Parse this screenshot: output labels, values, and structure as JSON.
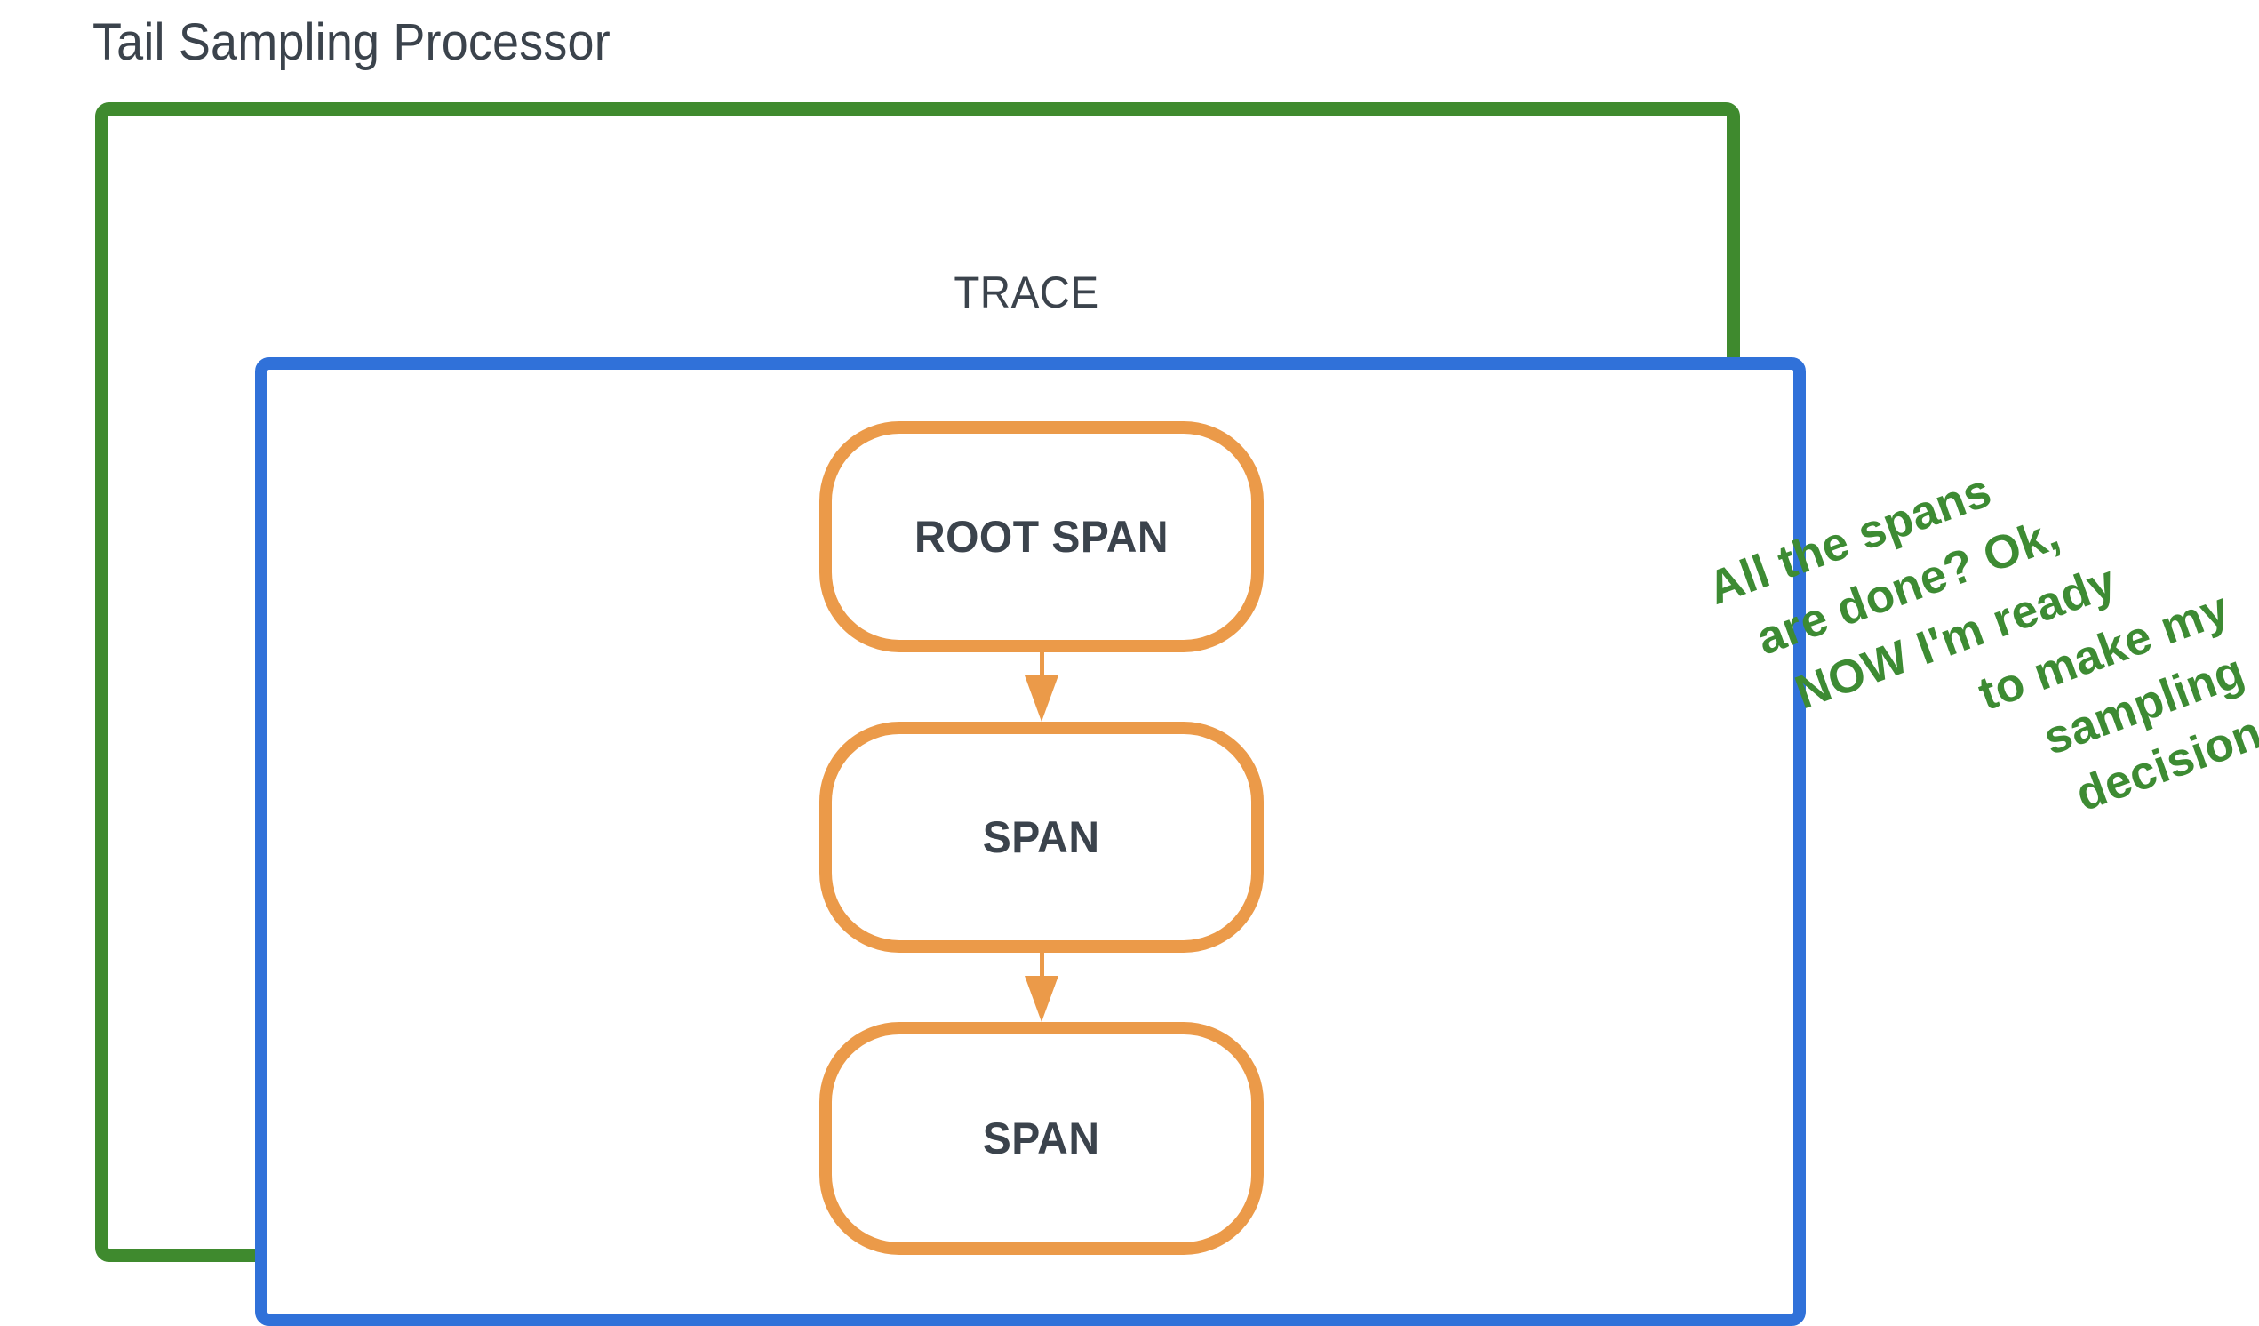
{
  "diagram": {
    "title": "Tail Sampling Processor",
    "trace_label": "TRACE",
    "spans": [
      {
        "label": "ROOT SPAN"
      },
      {
        "label": "SPAN"
      },
      {
        "label": "SPAN"
      }
    ],
    "annotation": {
      "lines": [
        "All the spans",
        "are done? Ok,",
        "NOW I'm ready",
        "to make my",
        "sampling",
        "decision."
      ],
      "full_text": "All the spans are done? Ok, NOW I'm ready to make my sampling decision."
    },
    "colors": {
      "processor_border": "#3f8a2e",
      "trace_border": "#3071d9",
      "span_border": "#eb9a49",
      "text": "#3b434c",
      "annotation_text": "#3d8b33",
      "background": "#ffffff"
    }
  }
}
